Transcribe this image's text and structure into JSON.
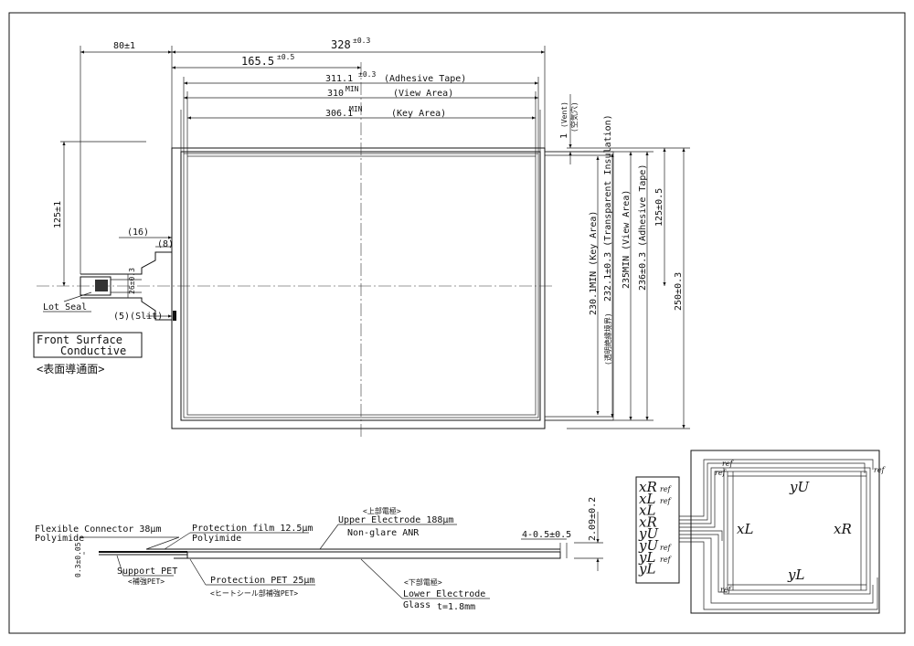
{
  "top_dims": {
    "tail_offset": "80±1",
    "overall_width": "328",
    "overall_width_tol": "±0.3",
    "center": "165.5",
    "center_tol": "±0.5",
    "adhesive": "311.1",
    "adhesive_tol": "±0.3",
    "adhesive_label": "(Adhesive Tape)",
    "view": "310",
    "view_tol": "MIN",
    "view_label": "(View Area)",
    "key": "306.1",
    "key_tol": "MIN",
    "key_label": "(Key Area)"
  },
  "right_dims": {
    "vent": "1",
    "vent_label": "(Vent)",
    "vent_jp": "(空気穴)",
    "key_area": "230.1MIN (Key Area)",
    "transparent": "232.1±0.3 (Transparent Insulation)",
    "transparent_jp": "(透明絶縁境界)",
    "view_area": "235MIN (View Area)",
    "adhesive": "236±0.3 (Adhesive Tape)",
    "half": "125±0.5",
    "overall": "250±0.3"
  },
  "left_dims": {
    "tail_height": "125±1",
    "w16": "(16)",
    "w8": "(8)",
    "w26": "26±0.3",
    "lot_seal": "Lot Seal",
    "slit": "(5)(Slit)",
    "front_surface_line1": "Front Surface",
    "front_surface_line2": "Conductive",
    "front_surface_jp": "<表面導通面>"
  },
  "section": {
    "flex_connector": "Flexible Connector 38μm",
    "polyimide": "Polyimide",
    "protection_film": "Protection film 12.5μm",
    "polyimide2": "Polyimide",
    "support_pet": "Support PET",
    "support_pet_jp": "<補強PET>",
    "protection_pet": "Protection PET 25μm",
    "protection_pet_jp": "<ヒートシール部補強PET>",
    "upper_jp": "<上部電極>",
    "upper": "Upper Electrode 188μm",
    "non_glare": "Non-glare ANR",
    "lower_jp": "<下部電極>",
    "lower": "Lower Electrode",
    "glass": "Glass",
    "thickness": "t=1.8mm",
    "edge": "4-0.5±0.5",
    "height": "2.09±0.2",
    "connector_thk": "0.3±0.05"
  },
  "schematic": {
    "pins": [
      "xR",
      "xL",
      "xL",
      "xR",
      "yU",
      "yU",
      "yL",
      "yL"
    ],
    "pin_refs": [
      "ref",
      "ref",
      "",
      "",
      "",
      "ref",
      "ref",
      ""
    ],
    "ref_label": "ref",
    "labels": {
      "top": "yU",
      "left": "xL",
      "right": "xR",
      "bottom": "yL"
    }
  }
}
